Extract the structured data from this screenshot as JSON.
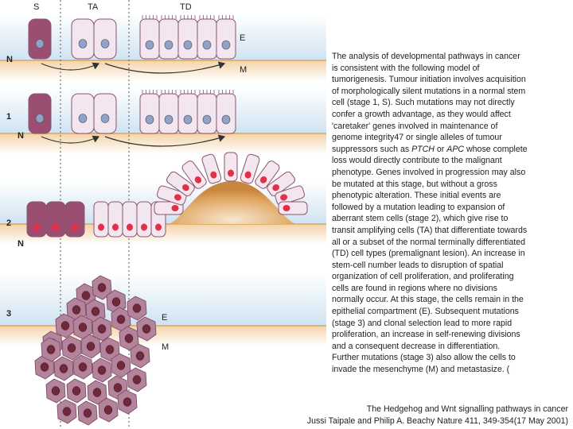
{
  "diagram": {
    "column_labels": {
      "stem": "S",
      "transit_amplifying": "TA",
      "terminally_differentiated": "TD"
    },
    "stage_labels": [
      "1",
      "2",
      "3"
    ],
    "normal_row_label": "N",
    "compartment_labels": {
      "epithelium": "E",
      "mesenchyme": "M"
    },
    "colors": {
      "epithelium_band": "#cfe3f2",
      "mesenchyme_band": "#f6e3c8",
      "basement_line": "#d9a45a",
      "cell_fill": "#f3e6ee",
      "cell_edge": "#8a5570",
      "stem_cell_fill": "#9a4f72",
      "normal_nucleus": "#8fa2c8",
      "mutant_nucleus": "#e0304a",
      "tumour_cell": "#b4839c",
      "tumour_nucleus": "#6e2a3a"
    }
  },
  "text": {
    "body": [
      "The analysis of developmental pathways in cancer",
      "is consistent with the following model of",
      "tumorigenesis. Tumour initiation involves acquisition",
      "of morphologically silent mutations in a normal stem",
      "cell (stage 1, S). Such mutations may not directly",
      "confer a growth advantage, as they would affect",
      "'caretaker' genes involved in maintenance of",
      "genome integrity47 or single alleles of tumour",
      [
        "suppressors such as ",
        "PTCH",
        " or ",
        "APC",
        " whose complete"
      ],
      "loss would directly contribute to the malignant",
      "phenotype. Genes involved in progression may also",
      "be mutated at this stage, but without a gross",
      "phenotypic alteration. These initial events are",
      "followed by a mutation leading to expansion of",
      "aberrant stem cells (stage 2), which give rise to",
      "transit amplifying cells (TA) that differentiate towards",
      "all or a subset of the normal terminally differentiated",
      "(TD) cell types (premalignant lesion). An increase in",
      "stem-cell number leads to disruption of spatial",
      "organization of cell proliferation, and proliferating",
      "cells are found in regions where no divisions",
      "normally occur. At this stage, the cells remain in the",
      "epithelial compartment (E). Subsequent mutations",
      "(stage 3) and clonal selection lead to more rapid",
      "proliferation, an increase in self-renewing divisions",
      "and a consequent decrease in differentiation.",
      "Further mutations (stage 3) also allow the cells to",
      "invade the mesenchyme (M) and metastasize. ("
    ],
    "citation": [
      "The Hedgehog and Wnt signalling pathways in cancer",
      "Jussi Taipale and Philip A. Beachy Nature 411, 349-354(17 May 2001)"
    ]
  }
}
